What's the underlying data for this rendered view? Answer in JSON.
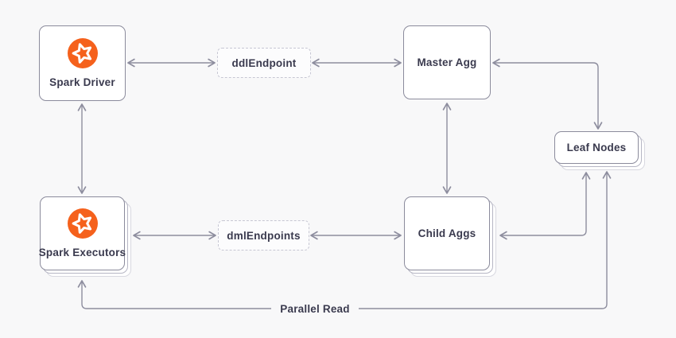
{
  "diagram": {
    "nodes": {
      "spark_driver": {
        "label": "Spark Driver",
        "icon": "star-icon"
      },
      "ddl_endpoint": {
        "label": "ddlEndpoint"
      },
      "master_agg": {
        "label": "Master Agg"
      },
      "leaf_nodes": {
        "label": "Leaf Nodes"
      },
      "spark_executors": {
        "label": "Spark Executors",
        "icon": "star-icon"
      },
      "dml_endpoints": {
        "label": "dmlEndpoints"
      },
      "child_aggs": {
        "label": "Child Aggs"
      }
    },
    "edge_labels": {
      "parallel_read": "Parallel Read"
    },
    "colors": {
      "accent_orange": "#F5611C",
      "line": "#8D8D9E",
      "box_border": "#8B8B9C",
      "text": "#3A3A4E",
      "background": "#F8F8F9"
    }
  }
}
